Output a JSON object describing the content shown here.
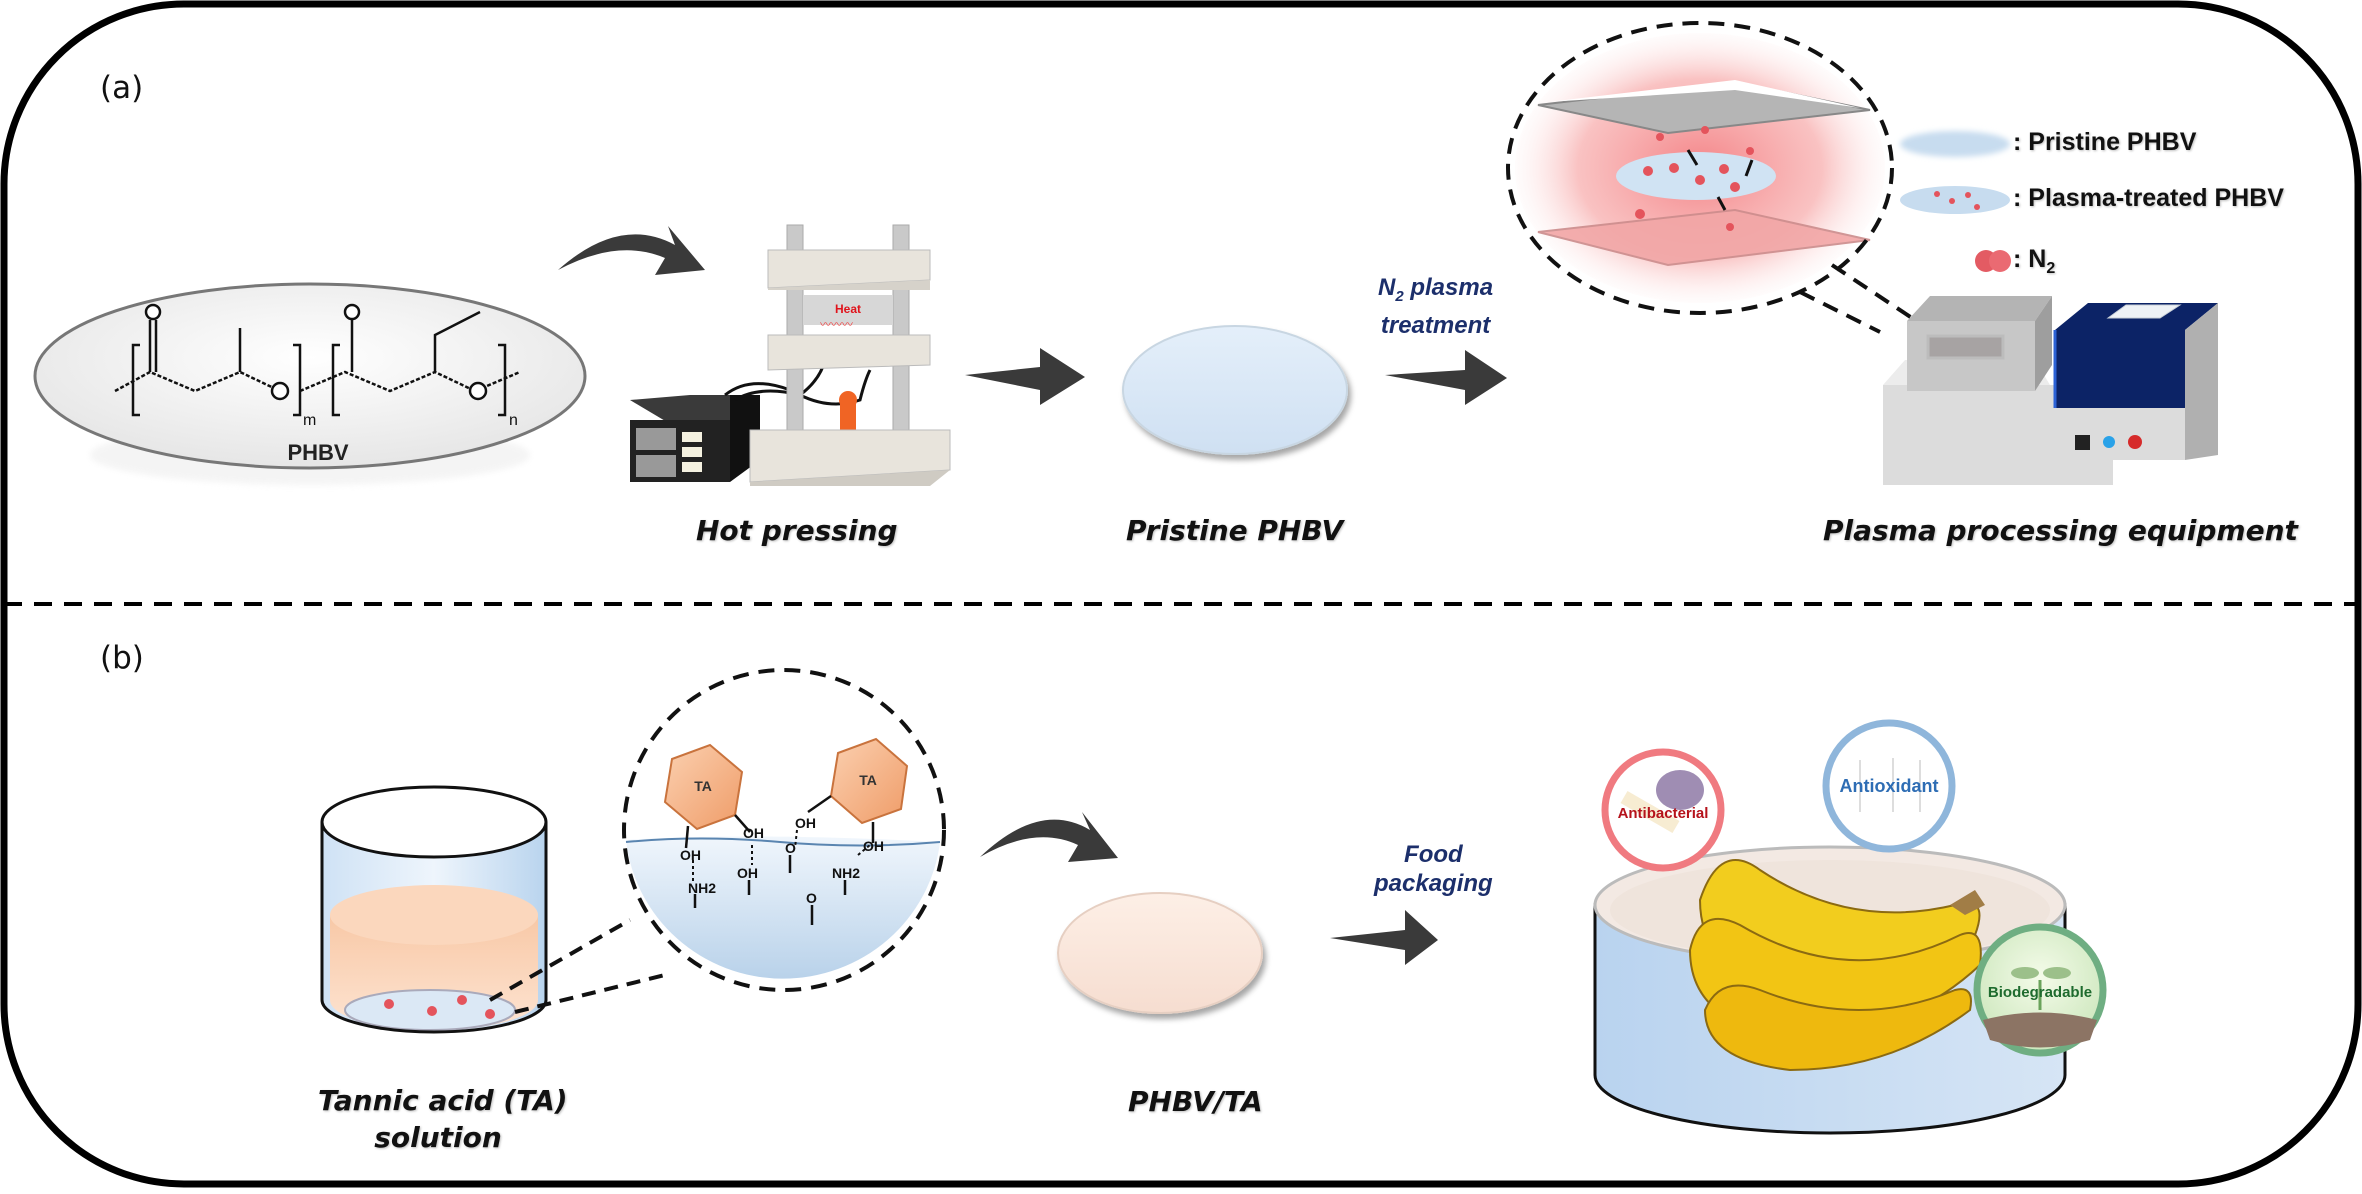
{
  "panels": {
    "a": {
      "label": "(a)",
      "molecule": {
        "name": "PHBV",
        "subscript_m": "m",
        "subscript_n": "n"
      },
      "steps": [
        {
          "label": "Hot pressing",
          "heat_label": "Heat"
        },
        {
          "label": "Pristine PHBV"
        },
        {
          "label": "Plasma processing equipment"
        }
      ],
      "arrow_label": {
        "line1_prefix": "N",
        "line1_sub": "2",
        "line1_suffix": " plasma",
        "line2": "treatment"
      },
      "legend": [
        {
          "icon": "pristine-disc",
          "text": ": Pristine PHBV"
        },
        {
          "icon": "plasma-treated-disc",
          "text": ": Plasma-treated PHBV"
        },
        {
          "icon": "n2-molecule",
          "text_prefix": ": N",
          "text_sub": "2"
        }
      ]
    },
    "b": {
      "label": "(b)",
      "beaker_label_line1": "Tannic acid (TA)",
      "beaker_label_line2": "solution",
      "zoom_inset": {
        "ta_label": "TA",
        "groups": [
          "OH",
          "OH",
          "NH2",
          "OH",
          "OH",
          "O",
          "NH2",
          "OH",
          "O"
        ]
      },
      "product_label": "PHBV/TA",
      "arrow_label": {
        "line1": "Food",
        "line2": "packaging"
      },
      "badges": [
        {
          "text": "Antibacterial",
          "color": "#b5121b",
          "ring": "#f07a80"
        },
        {
          "text": "Antioxidant",
          "color": "#2e6db4",
          "ring": "#8fb6db"
        },
        {
          "text": "Biodegradable",
          "color": "#1e6b2e",
          "ring": "#6fae82"
        }
      ]
    }
  },
  "colors": {
    "arrow": "#3a3a3a",
    "blue_text": "#1c2f6b",
    "pristine_disc": "#d9e8f6",
    "ta_disc": "#fbe6da",
    "plasma_glow": "#f39a9a",
    "equipment_panel": "#0c2366",
    "ta_hexagon": "#f2a878",
    "banana": "#f2cd1e"
  }
}
